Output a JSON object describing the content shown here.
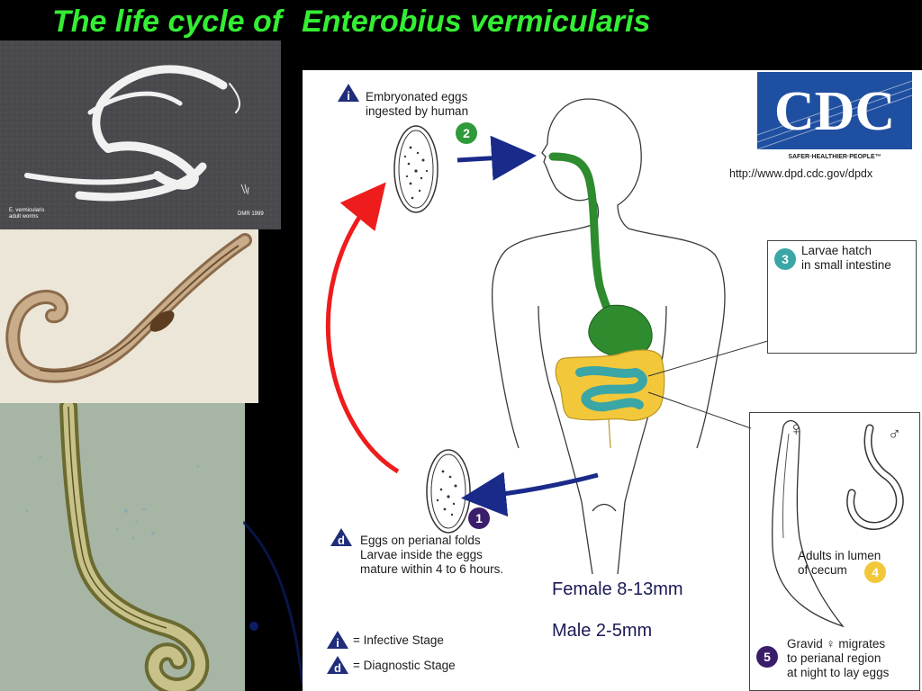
{
  "title": {
    "part1": "The life cycle of",
    "part2": "Enterobius vermicularis"
  },
  "photos": [
    {
      "name": "adult-worms-photo",
      "caption_line1": "E. vermicularis",
      "caption_line2": "adult worms",
      "credit": "DMR 1999"
    },
    {
      "name": "worm-micrograph-brown"
    },
    {
      "name": "worm-micrograph-green"
    }
  ],
  "diagram": {
    "stage_i": {
      "text_line1": "Embryonated eggs",
      "text_line2": "ingested by human",
      "number": "2",
      "badge": "i"
    },
    "stage_3": {
      "number": "3",
      "text_line1": "Larvae hatch",
      "text_line2": "in small intestine"
    },
    "stage_4": {
      "text_line1": "Adults in lumen",
      "text_line2": "of cecum",
      "number": "4"
    },
    "stage_5": {
      "number": "5",
      "text_line1": "Gravid",
      "text_line1b": "migrates",
      "text_line2": "to perianal region",
      "text_line3": "at night to lay eggs"
    },
    "stage_d": {
      "badge": "d",
      "number": "1",
      "text_line1": "Eggs on perianal folds",
      "text_line2": "Larvae inside the eggs",
      "text_line3": "mature within 4 to 6 hours."
    },
    "legend": {
      "infective": {
        "badge": "i",
        "text": "= Infective Stage"
      },
      "diagnostic": {
        "badge": "d",
        "text": "= Diagnostic Stage"
      }
    },
    "female_symbol": "♀",
    "male_symbol": "♂",
    "cdc": {
      "logo_text": "CDC",
      "tagline": "SAFER·HEALTHIER·PEOPLE™",
      "url": "http://www.dpd.cdc.gov/dpdx"
    }
  },
  "sizes": {
    "female": "Female 8-13mm",
    "male": "Male 2-5mm"
  },
  "colors": {
    "title": "#33ee33",
    "stomach": "#2e8b2e",
    "colon": "#f2c83a",
    "small_intestine": "#3aa6a6",
    "arrow_red": "#ee1c1c",
    "arrow_blue": "#1a2a8a",
    "badge_navy": "#1f2d7a",
    "num_green": "#2e9a3a",
    "num_teal": "#3aa6a6",
    "num_yellow": "#f2c83a",
    "num_purple": "#3a1e6a",
    "cdc_blue": "#1f4fa0"
  }
}
